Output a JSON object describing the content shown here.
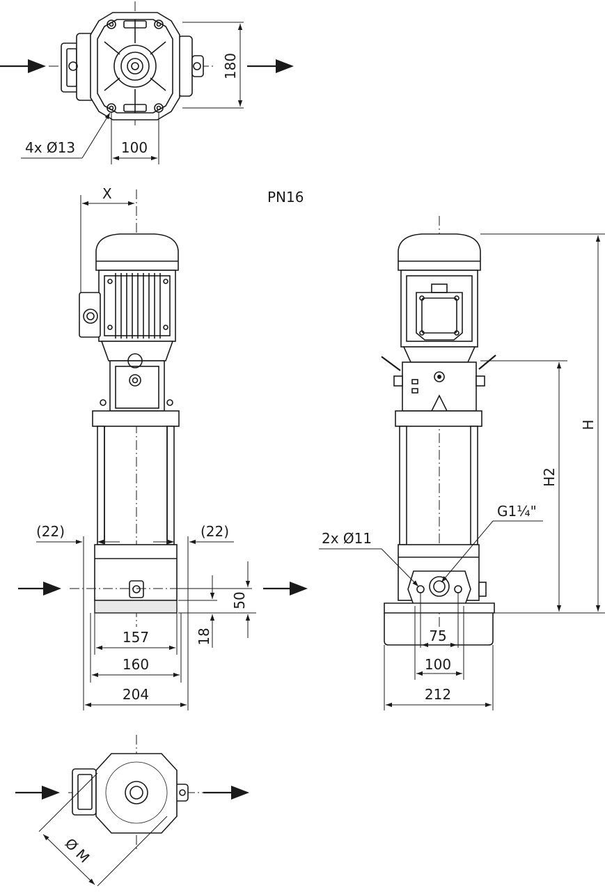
{
  "pressure_rating": "PN16",
  "top_view": {
    "hole_label": "4x Ø13",
    "width_dim": "180",
    "spacing_dim": "100"
  },
  "front_view": {
    "offset_label": "X",
    "left_clearance": "(22)",
    "right_clearance": "(22)",
    "height_50": "50",
    "height_18": "18",
    "dim_157": "157",
    "dim_160": "160",
    "dim_204": "204"
  },
  "side_view": {
    "height_total": "H",
    "height_h2": "H2",
    "thread_label": "G1¼\"",
    "hole_label": "2x Ø11",
    "dim_75": "75",
    "dim_100": "100",
    "dim_212": "212"
  },
  "bottom_view": {
    "diameter_label": "Ø M"
  },
  "colors": {
    "line": "#1a1a1a",
    "background": "#ffffff"
  }
}
